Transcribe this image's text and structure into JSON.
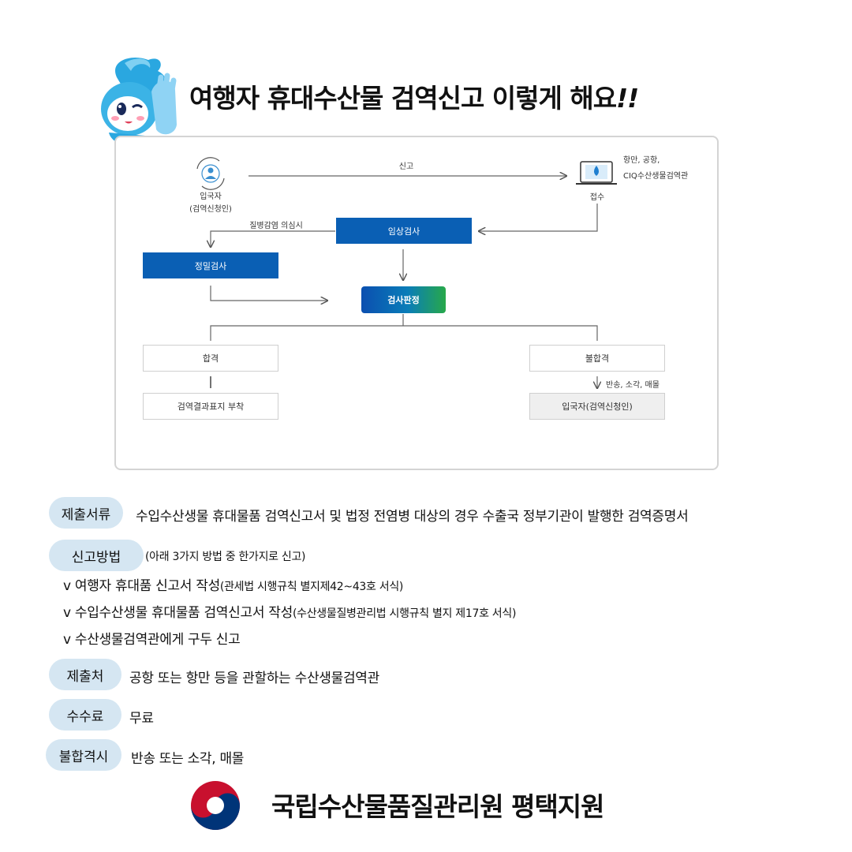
{
  "header": {
    "title": "여행자 휴대수산물 검역신고 이렇게 해요",
    "title_suffix": "!!"
  },
  "diagram": {
    "arrival_person": "입국자",
    "arrival_person_sub": "(검역신청인)",
    "report_label": "신고",
    "agency_line1": "항만, 공항,",
    "agency_line2": "CIQ수산생물검역관",
    "receive_label": "접수",
    "suspect_label": "질병감염 의심시",
    "clinical_check": "임상검사",
    "detailed_check": "정밀검사",
    "judgement": "검사판정",
    "pass": "합격",
    "fail": "불합격",
    "fail_action": "반송, 소각, 매몰",
    "pass_result": "검역결과표지 부착",
    "fail_result": "입국자(검역신청인)"
  },
  "info": {
    "docs": {
      "label": "제출서류",
      "text": "수입수산생물 휴대물품 검역신고서 및 법정 전염병 대상의 경우 수출국 정부기관이 발행한 검역증명서"
    },
    "method": {
      "label": "신고방법",
      "text": "(아래 3가지 방법 중 한가지로 신고)",
      "items": [
        {
          "main": "v 여행자 휴대품 신고서 작성",
          "note": "(관세법 시행규칙 별지제42~43호 서식)"
        },
        {
          "main": "v 수입수산생물 휴대물품 검역신고서 작성",
          "note": "(수산생물질병관리법 시행규칙 별지 제17호 서식)"
        },
        {
          "main": "v 수산생물검역관에게 구두 신고",
          "note": ""
        }
      ]
    },
    "place": {
      "label": "제출처",
      "text": "공항 또는 항만 등을 관할하는 수산생물검역관"
    },
    "fee": {
      "label": "수수료",
      "text": "무료"
    },
    "fail_case": {
      "label": "불합격시",
      "text": "반송 또는 소각, 매몰"
    }
  },
  "footer": {
    "org_name": "국립수산물품질관리원 평택지원"
  },
  "colors": {
    "pill": "#d5e6f2",
    "box_blue": "#0a5fb4",
    "emblem_red": "#c8102e",
    "emblem_blue": "#003478"
  },
  "icons": [
    "mascot-icon",
    "person-cycle-icon",
    "monitor-drop-icon",
    "government-emblem-icon"
  ]
}
